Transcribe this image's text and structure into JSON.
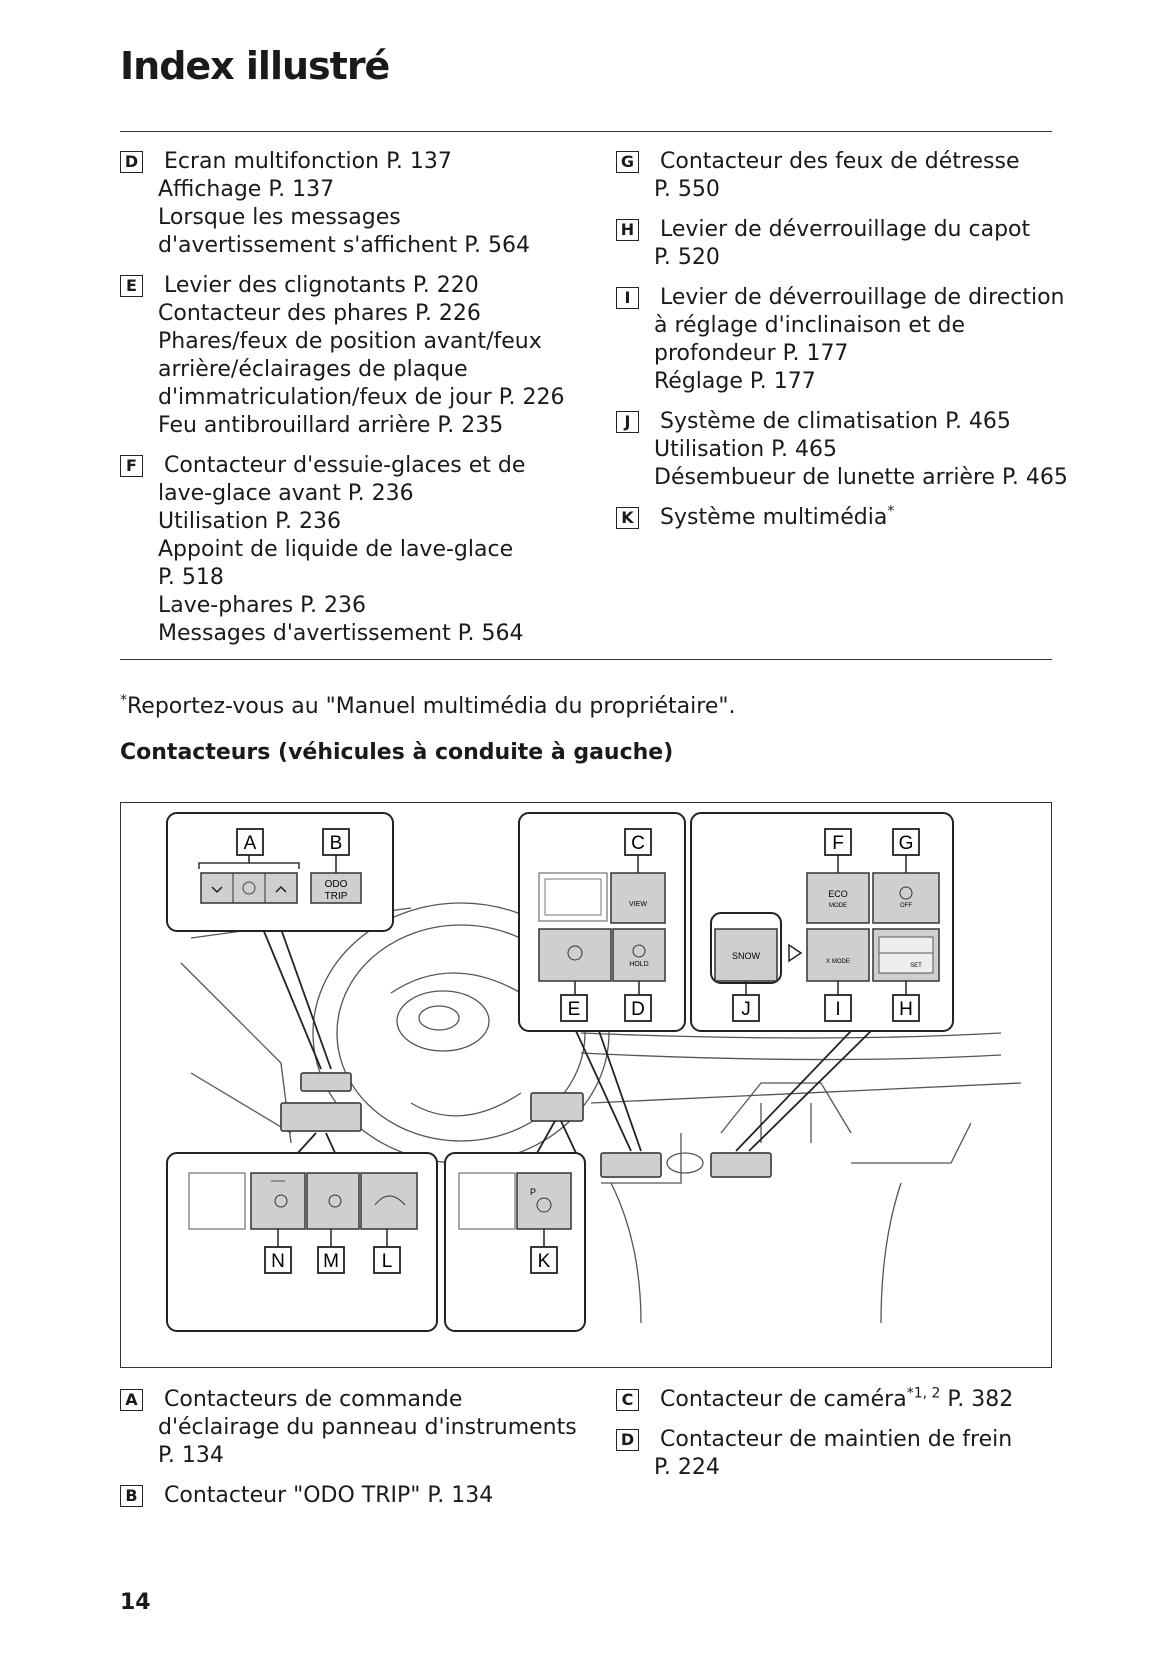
{
  "page": {
    "title": "Index illustré",
    "page_number": "14",
    "note": "Reportez-vous au \"Manuel multimédia du propriétaire\".",
    "note_marker": "*",
    "subheading": "Contacteurs (véhicules à conduite à gauche)"
  },
  "top_left": [
    {
      "tag": "D",
      "lines": [
        "Ecran multifonction P. 137",
        "Affichage P. 137",
        "Lorsque les messages",
        "d'avertissement s'affichent P. 564"
      ]
    },
    {
      "tag": "E",
      "lines": [
        "Levier des clignotants P. 220",
        "Contacteur des phares P. 226",
        "Phares/feux de position avant/feux",
        "arrière/éclairages de plaque",
        "d'immatriculation/feux de jour P. 226",
        "Feu antibrouillard arrière P. 235"
      ]
    },
    {
      "tag": "F",
      "lines": [
        "Contacteur d'essuie-glaces et de",
        "lave-glace avant P. 236",
        "Utilisation P. 236",
        "Appoint de liquide de lave-glace",
        "P. 518",
        "Lave-phares P. 236",
        "Messages d'avertissement P. 564"
      ]
    }
  ],
  "top_right": [
    {
      "tag": "G",
      "lines": [
        "Contacteur des feux de détresse",
        "P. 550"
      ]
    },
    {
      "tag": "H",
      "lines": [
        "Levier de déverrouillage du capot",
        "P. 520"
      ]
    },
    {
      "tag": "I",
      "lines": [
        "Levier de déverrouillage de direction",
        "à réglage d'inclinaison et de",
        "profondeur P. 177",
        "Réglage P. 177"
      ]
    },
    {
      "tag": "J",
      "lines": [
        "Système de climatisation P. 465",
        "Utilisation P. 465",
        "Désembueur de lunette arrière P. 465"
      ]
    },
    {
      "tag": "K",
      "lines": [
        "Système multimédia"
      ],
      "sup": "*"
    }
  ],
  "bottom_left": [
    {
      "tag": "A",
      "lines": [
        "Contacteurs de commande",
        "d'éclairage du panneau d'instruments",
        "P. 134"
      ]
    },
    {
      "tag": "B",
      "lines": [
        "Contacteur \"ODO TRIP\" P. 134"
      ]
    }
  ],
  "bottom_right": [
    {
      "tag": "C",
      "lines": [
        "Contacteur de caméra"
      ],
      "sup": "*1, 2",
      "after_sup": " P. 382"
    },
    {
      "tag": "D",
      "lines": [
        "Contacteur de maintien de frein",
        "P. 224"
      ]
    }
  ],
  "figure": {
    "callouts": [
      "A",
      "B",
      "C",
      "F",
      "G",
      "E",
      "D",
      "J",
      "I",
      "H",
      "N",
      "M",
      "L",
      "K"
    ],
    "labels": {
      "odo": "ODO",
      "trip": "TRIP",
      "view": "VIEW",
      "hold": "HOLD",
      "eco": "ECO",
      "mode": "MODE",
      "off": "OFF",
      "snow": "SNOW",
      "xmode": "X MODE",
      "set": "SET",
      "p": "P"
    }
  }
}
